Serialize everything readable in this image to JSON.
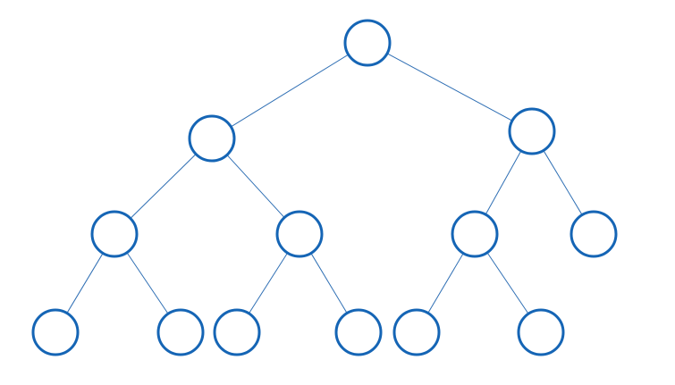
{
  "diagram": {
    "type": "binary-tree",
    "colors": {
      "node_stroke": "#1565b5",
      "edge_stroke": "#2f6fb4",
      "background": "#ffffff"
    },
    "nodes": [
      {
        "id": "root",
        "label": ""
      },
      {
        "id": "l",
        "label": ""
      },
      {
        "id": "r",
        "label": ""
      },
      {
        "id": "ll",
        "label": ""
      },
      {
        "id": "lr",
        "label": ""
      },
      {
        "id": "rl",
        "label": ""
      },
      {
        "id": "rr",
        "label": ""
      },
      {
        "id": "lll",
        "label": ""
      },
      {
        "id": "llr",
        "label": ""
      },
      {
        "id": "lrl",
        "label": ""
      },
      {
        "id": "lrr",
        "label": ""
      },
      {
        "id": "rll",
        "label": ""
      },
      {
        "id": "rlr",
        "label": ""
      }
    ],
    "edges": [
      [
        "root",
        "l"
      ],
      [
        "root",
        "r"
      ],
      [
        "l",
        "ll"
      ],
      [
        "l",
        "lr"
      ],
      [
        "r",
        "rl"
      ],
      [
        "r",
        "rr"
      ],
      [
        "ll",
        "lll"
      ],
      [
        "ll",
        "llr"
      ],
      [
        "lr",
        "lrl"
      ],
      [
        "lr",
        "lrr"
      ],
      [
        "rl",
        "rll"
      ],
      [
        "rl",
        "rlr"
      ]
    ]
  }
}
